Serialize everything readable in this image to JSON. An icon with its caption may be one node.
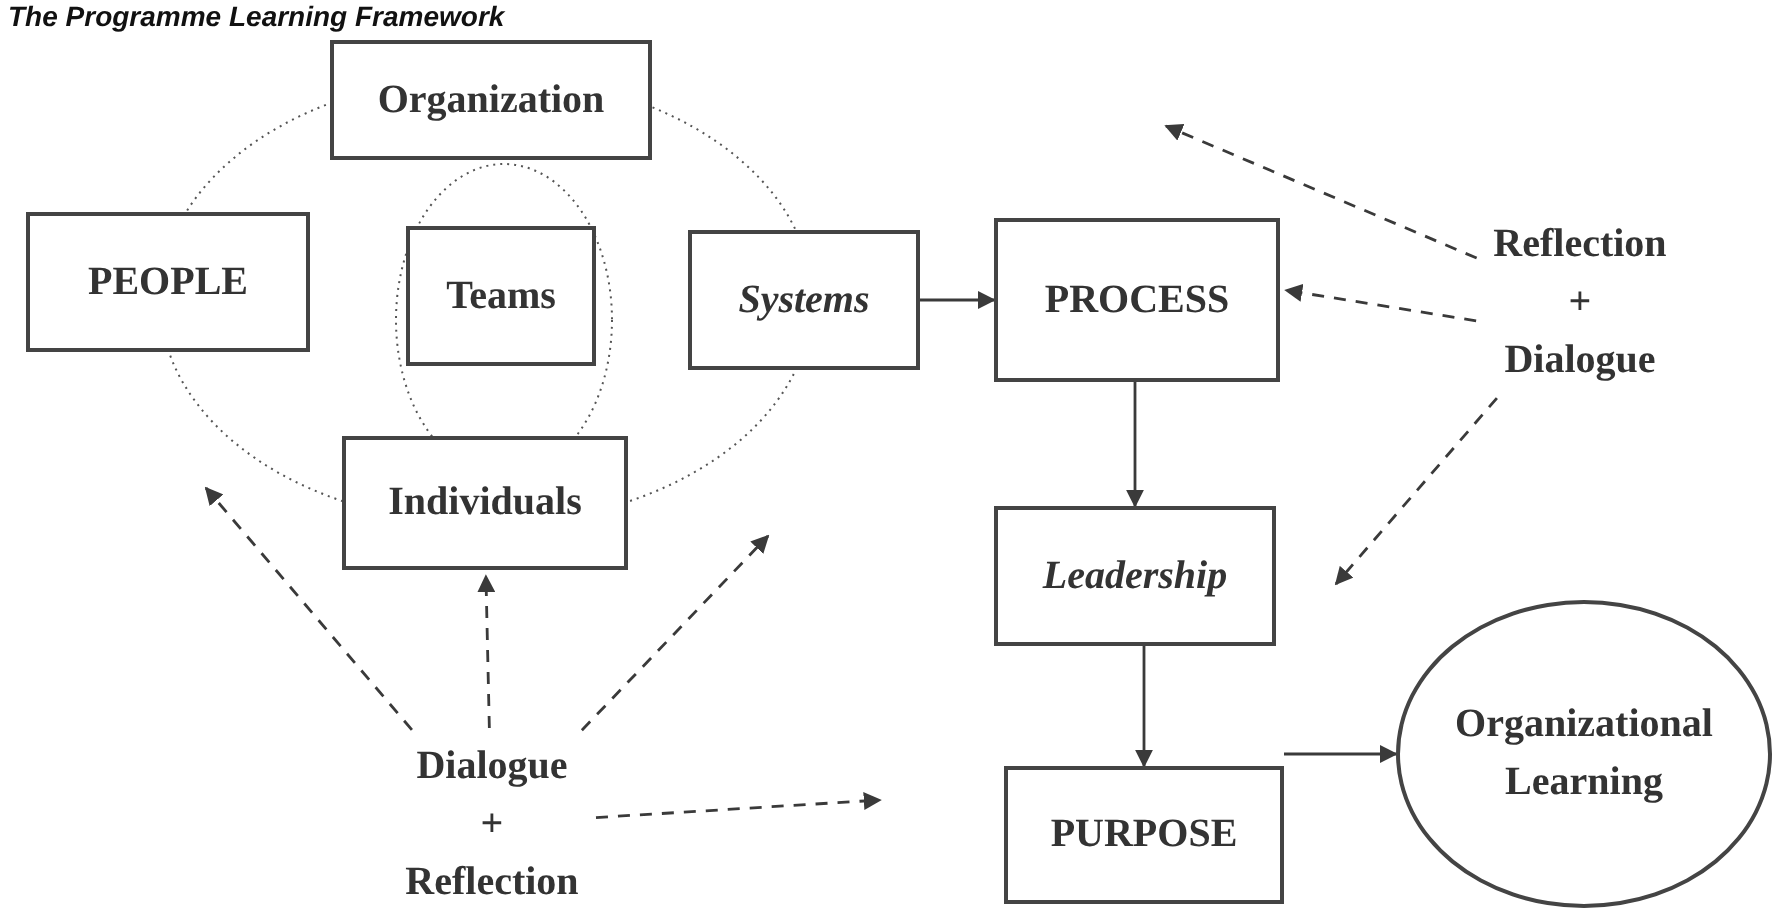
{
  "diagram": {
    "title": "The Programme Learning Framework",
    "nodes": [
      {
        "text": [
          "Organization"
        ]
      },
      {
        "text": [
          "PEOPLE"
        ]
      },
      {
        "text": [
          "Teams"
        ]
      },
      {
        "text": [
          "Systems"
        ]
      },
      {
        "text": [
          "Individuals"
        ]
      },
      {
        "text": [
          "PROCESS"
        ]
      },
      {
        "text": [
          "Leadership"
        ]
      },
      {
        "text": [
          "PURPOSE"
        ]
      },
      {
        "text": [
          "Organizational Learning"
        ]
      },
      {
        "text": [
          "Reflection + Dialogue"
        ]
      },
      {
        "text": [
          "Dialogue + Reflection"
        ]
      }
    ],
    "edges": [
      {
        "from": 3,
        "to": 5,
        "arrow": "to"
      },
      {
        "from": 5,
        "to": 6,
        "arrow": "to"
      },
      {
        "from": 6,
        "to": 7,
        "arrow": "to"
      },
      {
        "from": 7,
        "to": 8,
        "arrow": "to"
      },
      {
        "from": 9,
        "to": null,
        "arrow": "to",
        "style": "dashed"
      },
      {
        "from": 9,
        "to": 5,
        "arrow": "to",
        "style": "dashed"
      },
      {
        "from": 9,
        "to": null,
        "arrow": "to",
        "style": "dashed"
      },
      {
        "from": 10,
        "to": null,
        "arrow": "to",
        "style": "dashed"
      },
      {
        "from": 10,
        "to": 4,
        "arrow": "to",
        "style": "dashed"
      },
      {
        "from": 10,
        "to": null,
        "arrow": "to",
        "style": "dashed"
      },
      {
        "from": 10,
        "to": null,
        "arrow": "to",
        "style": "dashed"
      }
    ]
  }
}
